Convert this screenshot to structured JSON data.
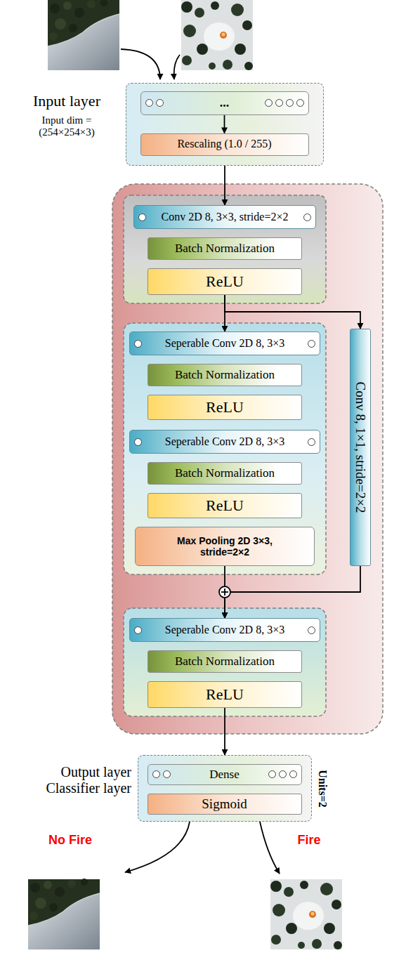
{
  "diagram": {
    "nodes": [
      {
        "text": [
          "Input layer",
          "Input dim = (254×254×3)"
        ]
      },
      {
        "text": [
          "..."
        ],
        "in": 0
      },
      {
        "text": [
          "Rescaling (1.0 / 255)"
        ],
        "in": 0
      },
      {
        "text": [
          "Conv 2D 8, 3×3, stride=2×2"
        ]
      },
      {
        "text": [
          "Batch Normalization"
        ]
      },
      {
        "text": [
          "ReLU"
        ]
      },
      {
        "text": [
          "Seperable Conv 2D 8, 3×3"
        ]
      },
      {
        "text": [
          "Batch Normalization"
        ]
      },
      {
        "text": [
          "ReLU"
        ]
      },
      {
        "text": [
          "Seperable Conv 2D 8, 3×3"
        ]
      },
      {
        "text": [
          "Batch Normalization"
        ]
      },
      {
        "text": [
          "ReLU"
        ]
      },
      {
        "text": [
          "Max Pooling 2D 3×3, stride=2×2"
        ]
      },
      {
        "text": [
          "Conv 8, 1×1, stride=2×2"
        ]
      },
      {
        "text": [
          "Seperable Conv 2D 8, 3×3"
        ]
      },
      {
        "text": [
          "Batch Normalization"
        ]
      },
      {
        "text": [
          "ReLU"
        ]
      },
      {
        "text": [
          "Output layer Classifier layer",
          "Units=2"
        ]
      },
      {
        "text": [
          "Dense"
        ],
        "in": 17
      },
      {
        "text": [
          "Sigmoid"
        ],
        "in": 17
      }
    ],
    "edges": [
      {
        "from": 0,
        "to": 3,
        "arrow": "to"
      },
      {
        "from": 1,
        "to": 2,
        "arrow": "to"
      },
      {
        "from": 5,
        "to": 6,
        "arrow": "to"
      },
      {
        "from": 5,
        "to": 13,
        "arrow": "to"
      },
      {
        "from": 12,
        "to": 14,
        "arrow": "to"
      },
      {
        "from": 13,
        "to": 14,
        "arrow": "to"
      },
      {
        "from": 16,
        "to": 17,
        "arrow": "to"
      }
    ],
    "labels": [
      "No Fire",
      "Fire"
    ]
  }
}
